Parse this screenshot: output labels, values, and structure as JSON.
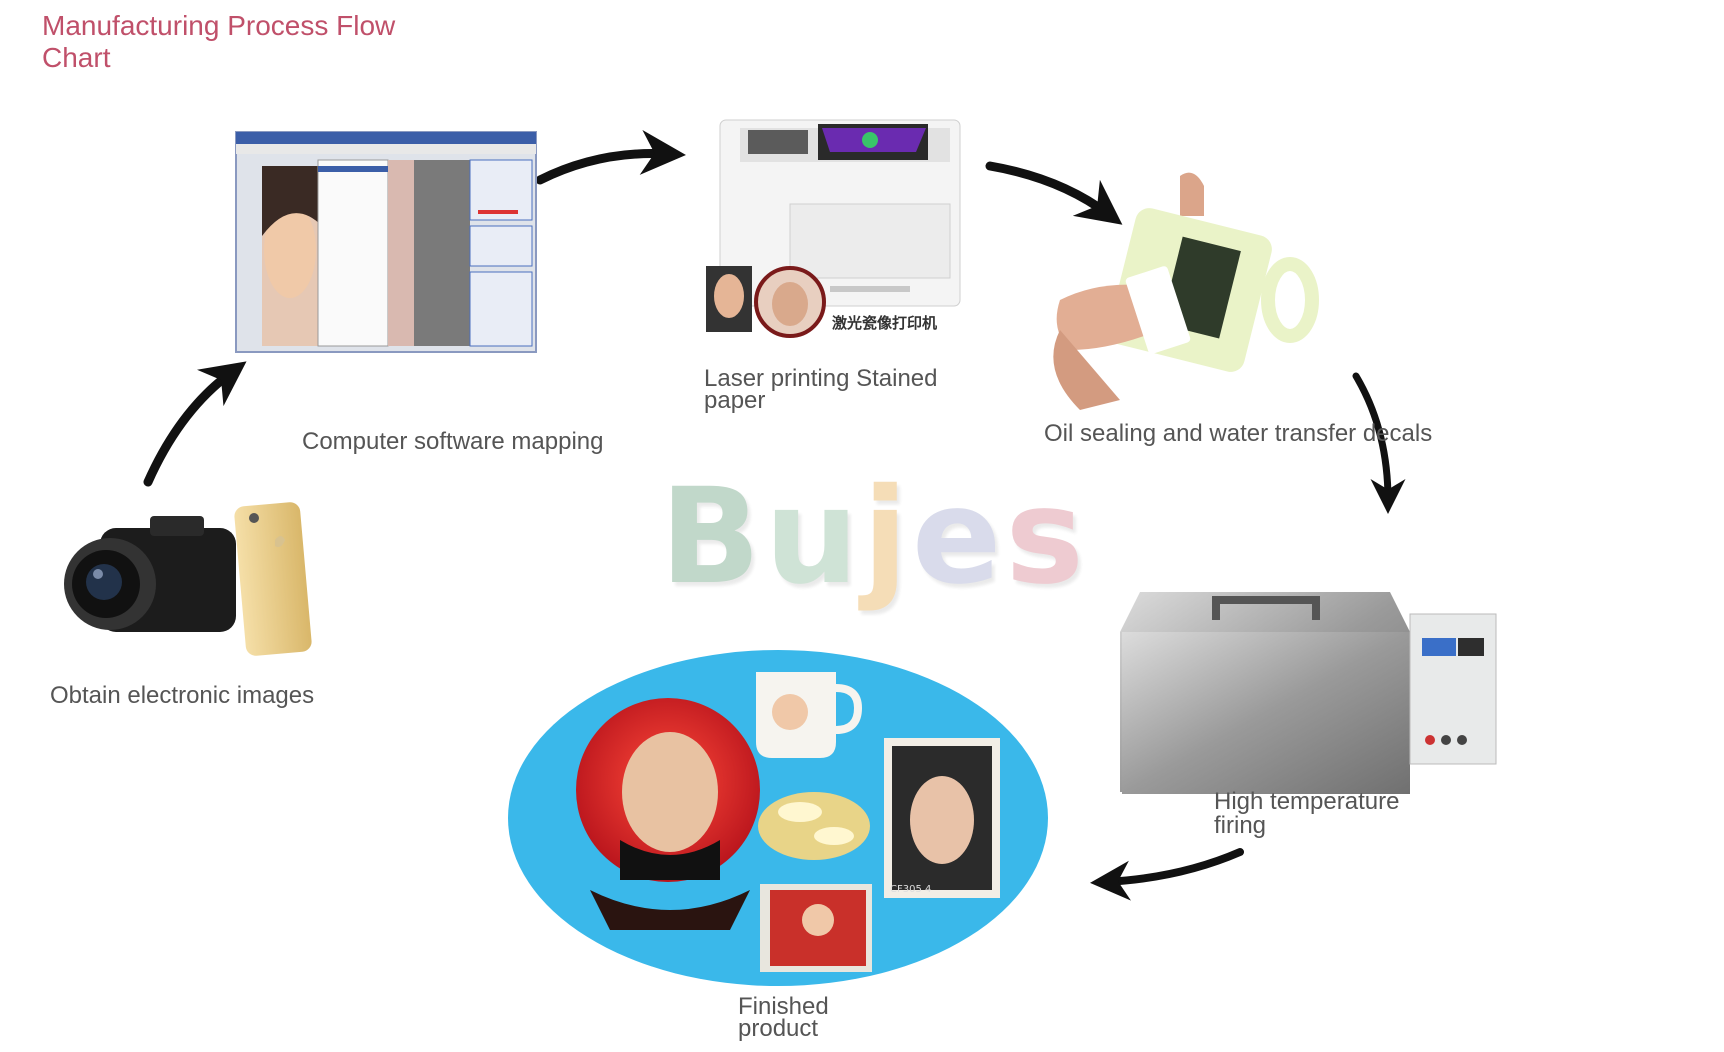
{
  "title": "Manufacturing Process Flow Chart",
  "watermark": {
    "letters": [
      "B",
      "u",
      "j",
      "e",
      "s"
    ],
    "colors": [
      "#a8c8b4",
      "#bcd8c6",
      "#f2cf9a",
      "#c9cde3",
      "#e8b6be"
    ]
  },
  "steps": {
    "obtain": "Obtain electronic images",
    "software": "Computer software mapping",
    "laser": "Laser printing Stained paper",
    "oil": "Oil sealing and water transfer decals",
    "firing": "High temperature firing",
    "finished": "Finished product"
  },
  "printer_caption": "激光瓷像打印机",
  "frame_caption": "CF305 4",
  "colors": {
    "title": "#c0506a",
    "label": "#555555",
    "ellipse": "#3ab8ea",
    "arrow": "#111111"
  }
}
